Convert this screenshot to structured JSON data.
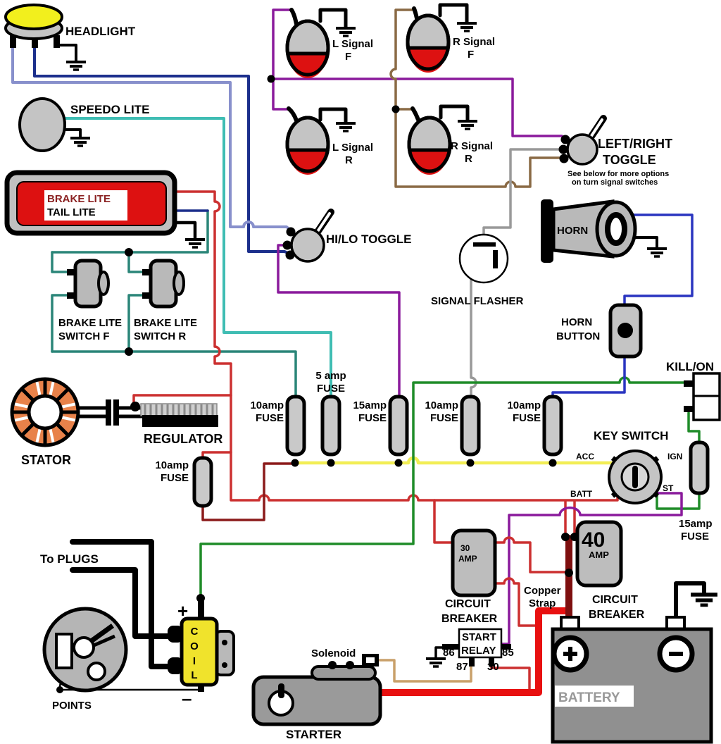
{
  "palette": {
    "black": "#000000",
    "navy": "#1c2f8c",
    "periwinkle": "#8890cc",
    "teal": "#3fbdb3",
    "teal_dark": "#2a8578",
    "red": "#cc3030",
    "dark_red": "#8b1a1a",
    "bright_red": "#e81010",
    "copper": "#7e0f0f",
    "purple": "#8a1a9c",
    "brown": "#8a6a45",
    "tan": "#c9a06a",
    "gray_wire": "#999999",
    "green": "#1f8c28",
    "yellow": "#f2ee55",
    "blue": "#2a35c0",
    "headlight_yellow": "#f2ef1d",
    "lamp_gray": "#c4c4c4",
    "lamp_red": "#dd1111",
    "stator_orange": "#e8824a",
    "coil_yellow": "#f0e32c",
    "battery_gray": "#909090",
    "label_gray": "#999999"
  },
  "components": {
    "headlight": {
      "label": "HEADLIGHT"
    },
    "speedo": {
      "label": "SPEEDO LITE"
    },
    "brake_tail": {
      "brake": "BRAKE LITE",
      "tail": "TAIL LITE"
    },
    "brake_switch_f": {
      "l1": "BRAKE LITE",
      "l2": "SWITCH  F"
    },
    "brake_switch_r": {
      "l1": "BRAKE LITE",
      "l2": "SWITCH  R"
    },
    "stator": {
      "label": "STATOR"
    },
    "regulator": {
      "label": "REGULATOR"
    },
    "signals": [
      {
        "l1": "L Signal",
        "l2": "F"
      },
      {
        "l1": "R Signal",
        "l2": "F"
      },
      {
        "l1": "L Signal",
        "l2": "R"
      },
      {
        "l1": "R Signal",
        "l2": "R"
      }
    ],
    "hilo": {
      "label": "HI/LO TOGGLE"
    },
    "leftright": {
      "l1": "LEFT/RIGHT",
      "l2": "TOGGLE",
      "note1": "See below for more options",
      "note2": "on turn signal switches"
    },
    "flasher": {
      "label": "SIGNAL FLASHER"
    },
    "horn": {
      "label": "HORN"
    },
    "horn_button": {
      "l1": "HORN",
      "l2": "BUTTON"
    },
    "kill": {
      "label": "KILL/ON"
    },
    "key": {
      "label": "KEY SWITCH",
      "acc": "ACC",
      "ign": "IGN",
      "st": "ST",
      "batt": "BATT"
    },
    "fuses": [
      {
        "l1": "10amp",
        "l2": "FUSE"
      },
      {
        "l1": "5 amp",
        "l2": "FUSE"
      },
      {
        "l1": "15amp",
        "l2": "FUSE"
      },
      {
        "l1": "10amp",
        "l2": "FUSE"
      },
      {
        "l1": "10amp",
        "l2": "FUSE"
      },
      {
        "l1": "10amp",
        "l2": "FUSE"
      },
      {
        "l1": "15amp",
        "l2": "FUSE"
      }
    ],
    "breaker30": {
      "amp_num": "30",
      "amp_word": "AMP",
      "l1": "CIRCUIT",
      "l2": "BREAKER"
    },
    "breaker40": {
      "amp_num": "40",
      "amp_word": "AMP",
      "l1": "CIRCUIT",
      "l2": "BREAKER"
    },
    "copper_strap": {
      "l1": "Copper",
      "l2": "Strap"
    },
    "start_relay": {
      "l1": "START",
      "l2": "RELAY",
      "t86": "86",
      "t85": "85",
      "t87": "87",
      "t30": "30"
    },
    "solenoid": {
      "label": "Solenoid"
    },
    "starter": {
      "label": "STARTER"
    },
    "battery": {
      "label": "BATTERY"
    },
    "coil": {
      "letters": [
        "C",
        "O",
        "I",
        "L"
      ],
      "plus": "+",
      "minus": "–"
    },
    "points": {
      "label": "POINTS"
    },
    "to_plugs": {
      "label": "To PLUGS"
    }
  }
}
